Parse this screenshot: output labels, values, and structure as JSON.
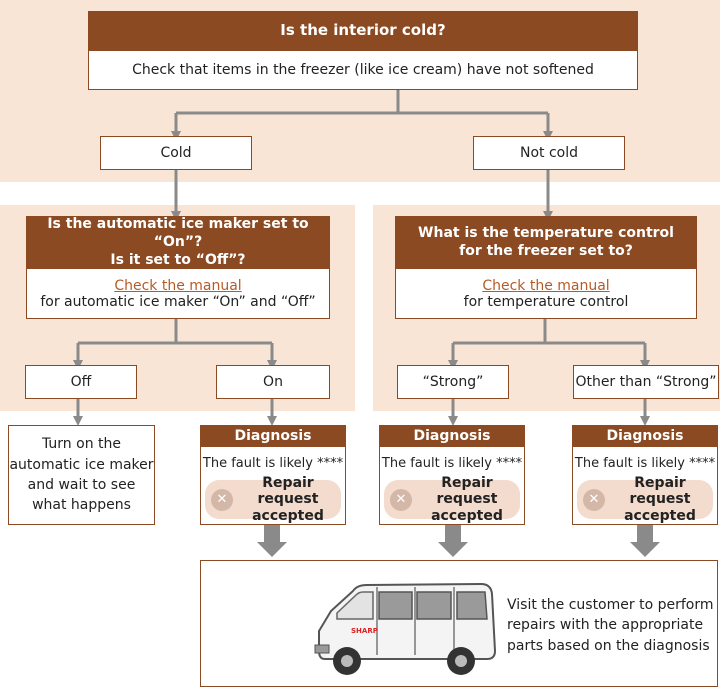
{
  "top": {
    "question": "Is the interior cold?",
    "note": "Check that items in the freezer (like ice cream) have not softened"
  },
  "branches": {
    "cold": "Cold",
    "not_cold": "Not cold"
  },
  "left": {
    "question_line1": "Is the automatic ice maker set to “On”?",
    "question_line2": "Is it set to “Off”?",
    "link": "Check the manual",
    "note": "for automatic ice maker “On” and “Off”",
    "off": "Off",
    "on": "On",
    "off_result_lines": [
      "Turn on the",
      "automatic ice maker",
      "and wait to see",
      "what happens"
    ]
  },
  "right": {
    "question_line1": "What is the temperature control",
    "question_line2": "for the freezer set to?",
    "link": "Check the manual",
    "note": "for temperature control",
    "strong": "“Strong”",
    "other": "Other than “Strong”"
  },
  "diagnosis": {
    "title": "Diagnosis",
    "text": "The fault is likely ****",
    "repair_line1": "Repair request",
    "repair_line2": "accepted"
  },
  "visit": {
    "lines": [
      "Visit the customer to perform",
      "repairs with the appropriate",
      "parts based on the diagnosis"
    ],
    "van_logo": "SHARP"
  },
  "colors": {
    "header": "#8b4a22",
    "panel": "#f8e5d6",
    "connector": "#8a8a8a",
    "link": "#b85a24"
  }
}
